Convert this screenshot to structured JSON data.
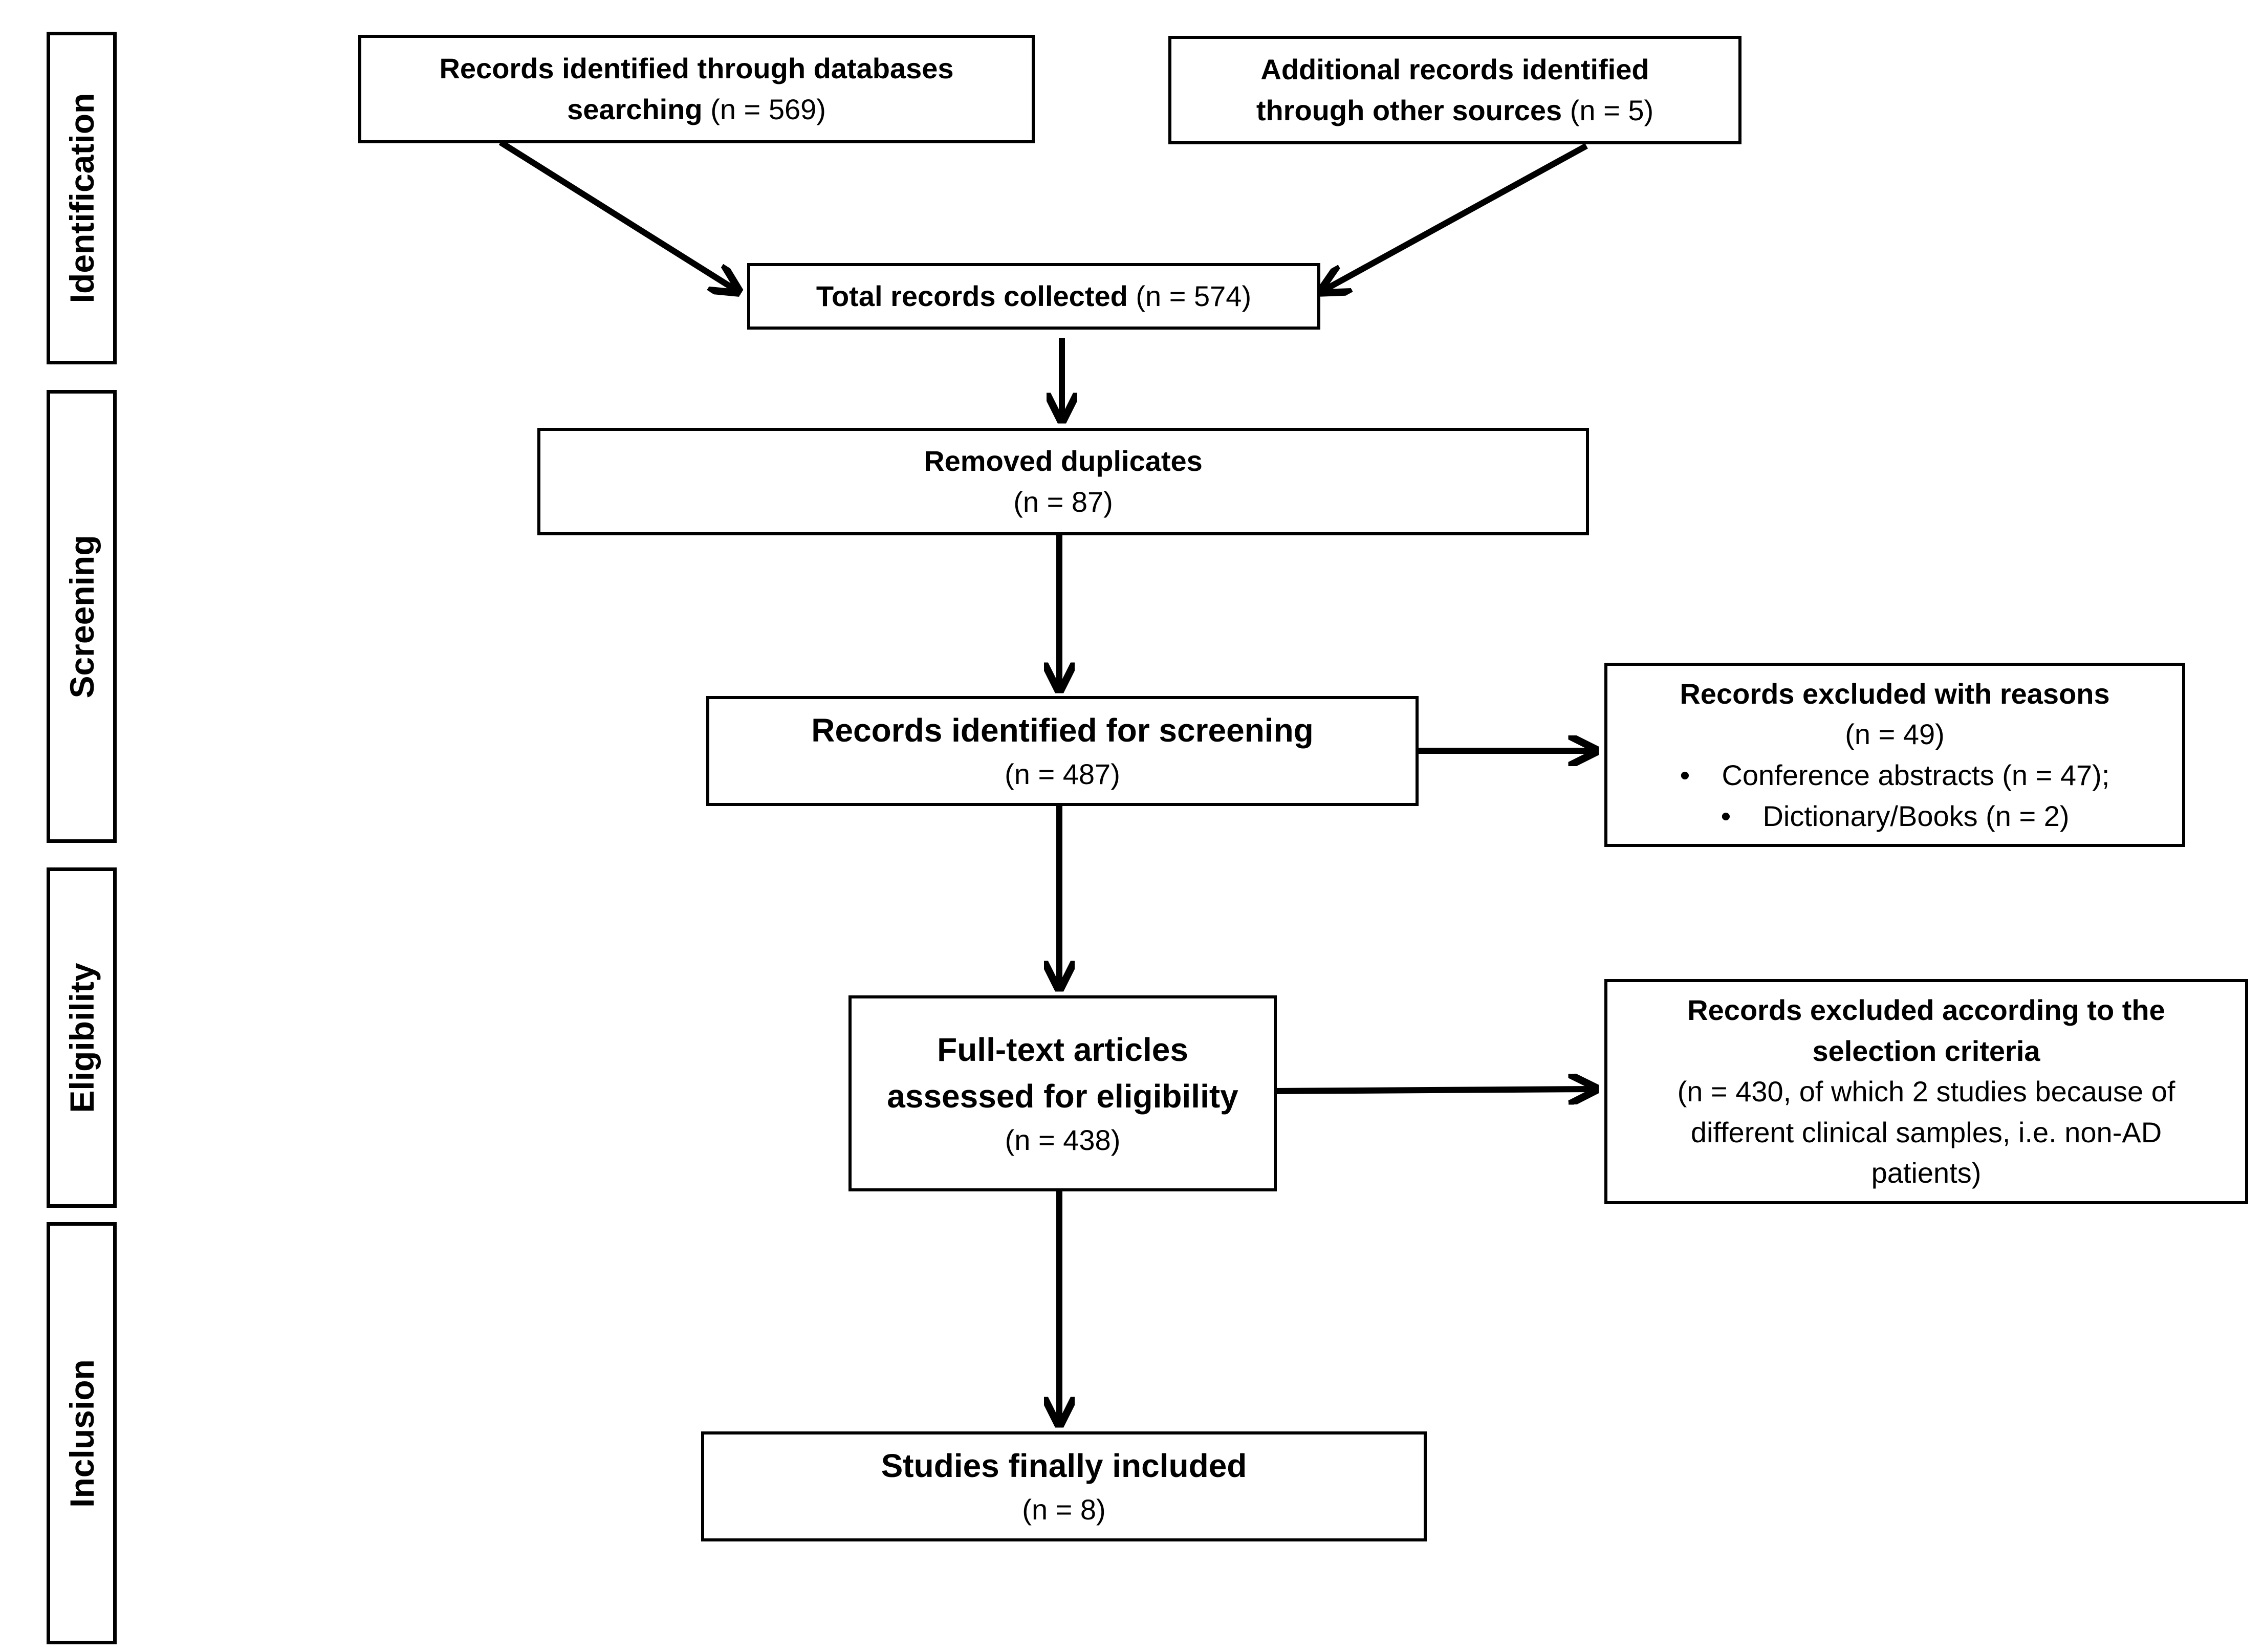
{
  "stages": [
    "Identification",
    "Screening",
    "Eligibility",
    "Inclusion"
  ],
  "boxes": {
    "db_search": {
      "title": "Records identified through databases",
      "title2": "searching",
      "count": "(n = 569)"
    },
    "other_sources": {
      "title": "Additional records identified",
      "title2": "through other sources",
      "count": "(n = 5)"
    },
    "total": {
      "title": "Total records collected",
      "count": "(n = 574)"
    },
    "duplicates": {
      "title": "Removed duplicates",
      "count": "(n = 87)"
    },
    "screening": {
      "title": "Records identified for screening",
      "count": "(n = 487)"
    },
    "excluded_reasons": {
      "title": "Records excluded with reasons",
      "count": "(n = 49)",
      "bullets": [
        "Conference abstracts (n = 47);",
        "Dictionary/Books (n = 2)"
      ]
    },
    "fulltext": {
      "title": "Full-text articles",
      "title2": "assessed for eligibility",
      "count": "(n = 438)"
    },
    "excluded_criteria": {
      "title": "Records excluded according to the",
      "title2": "selection criteria",
      "line1": "(n =  430, of which 2 studies because of",
      "line2": "different clinical samples, i.e. non-AD",
      "line3": "patients)"
    },
    "included": {
      "title": "Studies finally included",
      "count": "(n = 8)"
    }
  }
}
